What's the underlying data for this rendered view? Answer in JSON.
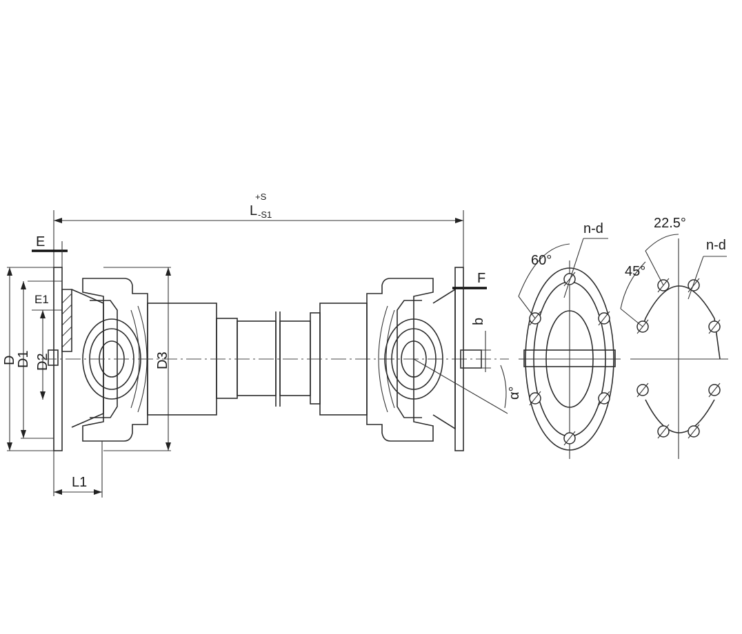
{
  "labels": {
    "length_main": "L",
    "length_sub": "-S1",
    "length_sup": "+S",
    "e": "E",
    "e1": "E1",
    "f": "F",
    "d": "D",
    "d1": "D1",
    "d2": "D2",
    "d3": "D3",
    "b": "b",
    "l1": "L1",
    "alpha": "α°",
    "angle_60": "60°",
    "angle_45": "45°",
    "angle_22_5": "22.5°",
    "nd_left": "n-d",
    "nd_right": "n-d"
  },
  "colors": {
    "line": "#2b2b2b",
    "background": "#ffffff"
  }
}
